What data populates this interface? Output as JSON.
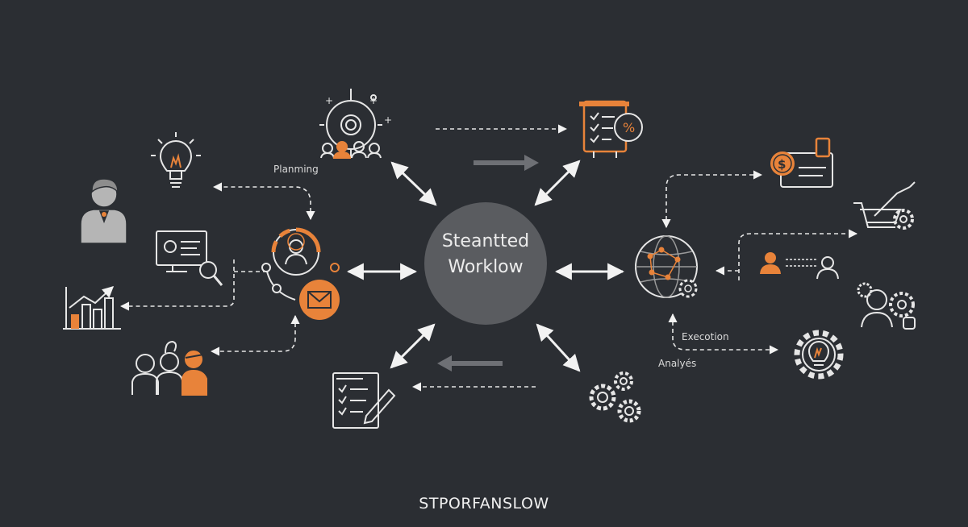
{
  "center": {
    "line1": "Steantted",
    "line2": "Worklow"
  },
  "labels": {
    "planning": "Planming",
    "execution": "Execotion",
    "analysis": "Analyés"
  },
  "footer": {
    "title": "STPORFANSLOW"
  },
  "colors": {
    "background": "#2b2e33",
    "accent": "#e8833a",
    "stroke": "#e6e6e6",
    "center_circle": "#5a5c60",
    "gray_fill": "#b5b5b5"
  },
  "icons": [
    "person-icon",
    "lightbulb-icon",
    "bar-chart-icon",
    "team-icon",
    "monitor-search-icon",
    "hub-person-icon",
    "mail-icon",
    "target-team-icon",
    "checklist-percent-icon",
    "checklist-pen-icon",
    "gears-icon",
    "payment-card-icon",
    "cart-gear-icon",
    "globe-network-icon",
    "people-transfer-icon",
    "person-gears-icon",
    "gear-bulb-icon"
  ]
}
